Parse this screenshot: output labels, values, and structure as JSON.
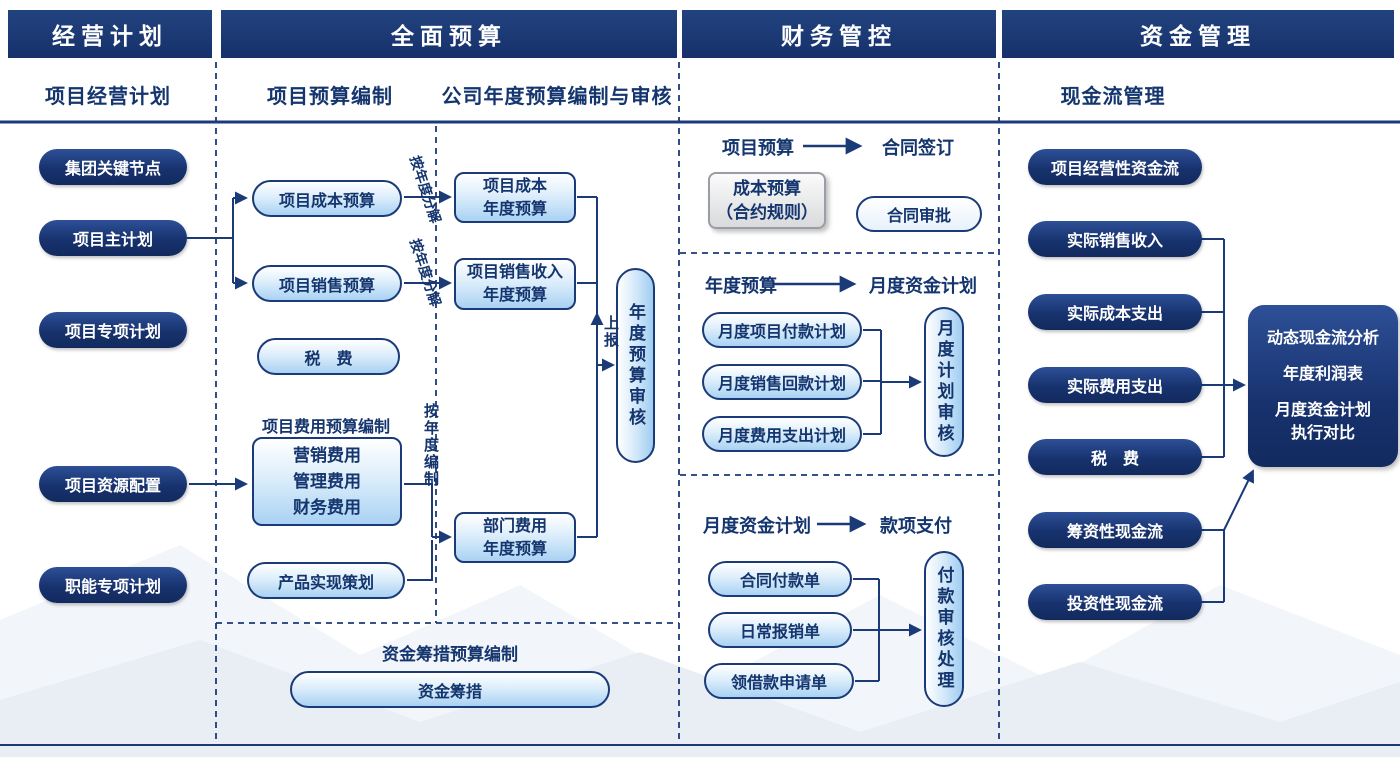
{
  "colors": {
    "navy": "#183672",
    "navy_dark": "#122a5e",
    "light_blue": "#a9d2f3",
    "text_navy": "#14356e",
    "grey_box": "#d9dadc"
  },
  "headers": [
    "经营计划",
    "全面预算",
    "财务管控",
    "资金管理"
  ],
  "subheaders": [
    "项目经营计划",
    "项目预算编制",
    "公司年度预算编制与审核",
    "现金流管理"
  ],
  "plan": {
    "items": [
      "集团关键节点",
      "项目主计划",
      "项目专项计划",
      "项目资源配置",
      "职能专项计划"
    ]
  },
  "budget": {
    "cost_pill": "项目成本预算",
    "sales_pill": "项目销售预算",
    "tax_pill": "税　费",
    "expense_title": "项目费用预算编制",
    "expense_lines": [
      "营销费用",
      "管理费用",
      "财务费用"
    ],
    "product_pill": "产品实现策划",
    "annual_cost": [
      "项目成本",
      "年度预算"
    ],
    "annual_sales": [
      "项目销售收入",
      "年度预算"
    ],
    "annual_dept": [
      "部门费用",
      "年度预算"
    ],
    "review_capsule": "年度预算审核",
    "label_decompose_1": "按年度分解",
    "label_decompose_2": "按年度分解",
    "label_compile": "按年度编制",
    "label_report": "上报",
    "funding_title": "资金筹措预算编制",
    "funding_pill": "资金筹措"
  },
  "finance": {
    "sec1": {
      "from": "项目预算",
      "to": "合同签订",
      "box": [
        "成本预算",
        "（合约规则）"
      ],
      "approval": "合同审批"
    },
    "sec2": {
      "from": "年度预算",
      "to": "月度资金计划",
      "pills": [
        "月度项目付款计划",
        "月度销售回款计划",
        "月度费用支出计划"
      ],
      "capsule": "月度计划审核"
    },
    "sec3": {
      "from": "月度资金计划",
      "to": "款项支付",
      "pills": [
        "合同付款单",
        "日常报销单",
        "领借款申请单"
      ],
      "capsule": "付款审核处理"
    }
  },
  "cash": {
    "pills": [
      "项目经营性资金流",
      "实际销售收入",
      "实际成本支出",
      "实际费用支出",
      "税　费",
      "筹资性现金流",
      "投资性现金流"
    ],
    "analysis_box": [
      "动态现金流分析",
      "年度利润表",
      "月度资金计划",
      "执行对比"
    ]
  }
}
